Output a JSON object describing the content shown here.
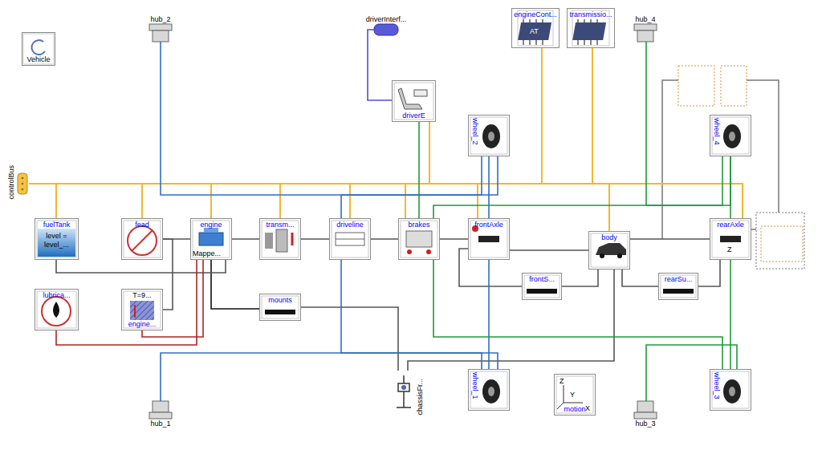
{
  "diagram": {
    "nodes": [
      {
        "text": [
          "Vehicle"
        ]
      },
      {
        "text": [
          "hub_2"
        ]
      },
      {
        "text": [
          "driverInterf..."
        ]
      },
      {
        "text": [
          "engineCont..."
        ]
      },
      {
        "text": [
          "transmissio..."
        ]
      },
      {
        "text": [
          "hub_4"
        ]
      },
      {
        "text": [
          "driverE"
        ]
      },
      {
        "text": [
          "wheel_2"
        ]
      },
      {
        "text": [
          "wheel_4"
        ]
      },
      {
        "text": [
          "controlBus"
        ]
      },
      {
        "text": [
          "fuelTank",
          "level =",
          "level_..."
        ]
      },
      {
        "text": [
          "fead"
        ]
      },
      {
        "text": [
          "engine",
          "Mappe..."
        ]
      },
      {
        "text": [
          "transm..."
        ]
      },
      {
        "text": [
          "driveline"
        ]
      },
      {
        "text": [
          "brakes"
        ]
      },
      {
        "text": [
          "frontAxle"
        ]
      },
      {
        "text": [
          "body"
        ]
      },
      {
        "text": [
          "rearAxle"
        ]
      },
      {
        "text": [
          "lubrica..."
        ]
      },
      {
        "text": [
          "T=9...",
          "engine..."
        ]
      },
      {
        "text": [
          "mounts"
        ]
      },
      {
        "text": [
          "frontS..."
        ]
      },
      {
        "text": [
          "rearSu..."
        ]
      },
      {
        "text": [
          "wheel_1"
        ]
      },
      {
        "text": [
          "chassisFr..."
        ]
      },
      {
        "text": [
          "motion"
        ]
      },
      {
        "text": [
          "wheel_3"
        ]
      },
      {
        "text": [
          "hub_1"
        ]
      },
      {
        "text": [
          "hub_3"
        ]
      }
    ],
    "edges": [
      {
        "from": 9,
        "to": 10,
        "arrow": "none"
      },
      {
        "from": 9,
        "to": 11,
        "arrow": "none"
      },
      {
        "from": 9,
        "to": 12,
        "arrow": "none"
      },
      {
        "from": 9,
        "to": 13,
        "arrow": "none"
      },
      {
        "from": 9,
        "to": 14,
        "arrow": "none"
      },
      {
        "from": 9,
        "to": 15,
        "arrow": "none"
      },
      {
        "from": 9,
        "to": 16,
        "arrow": "none"
      },
      {
        "from": 9,
        "to": 17,
        "arrow": "none"
      },
      {
        "from": 9,
        "to": 18,
        "arrow": "none"
      },
      {
        "from": 9,
        "to": 6,
        "arrow": "none"
      },
      {
        "from": 9,
        "to": 3,
        "arrow": "none"
      },
      {
        "from": 9,
        "to": 4,
        "arrow": "none"
      },
      {
        "from": 11,
        "to": 12,
        "arrow": "none"
      },
      {
        "from": 12,
        "to": 13,
        "arrow": "none"
      },
      {
        "from": 13,
        "to": 14,
        "arrow": "none"
      },
      {
        "from": 14,
        "to": 15,
        "arrow": "none"
      },
      {
        "from": 15,
        "to": 16,
        "arrow": "none"
      },
      {
        "from": 16,
        "to": 17,
        "arrow": "none"
      },
      {
        "from": 17,
        "to": 18,
        "arrow": "none"
      },
      {
        "from": 17,
        "to": 22,
        "arrow": "none"
      },
      {
        "from": 17,
        "to": 23,
        "arrow": "none"
      },
      {
        "from": 22,
        "to": 16,
        "arrow": "none"
      },
      {
        "from": 23,
        "to": 18,
        "arrow": "none"
      },
      {
        "from": 12,
        "to": 21,
        "arrow": "none"
      },
      {
        "from": 21,
        "to": 25,
        "arrow": "none"
      },
      {
        "from": 25,
        "to": 17,
        "arrow": "none"
      },
      {
        "from": 10,
        "to": 12,
        "arrow": "none"
      },
      {
        "from": 11,
        "to": 20,
        "arrow": "none"
      },
      {
        "from": 19,
        "to": 12,
        "arrow": "none"
      },
      {
        "from": 20,
        "to": 12,
        "arrow": "none"
      },
      {
        "from": 1,
        "to": 7,
        "arrow": "none"
      },
      {
        "from": 7,
        "to": 16,
        "arrow": "none"
      },
      {
        "from": 16,
        "to": 24,
        "arrow": "none"
      },
      {
        "from": 28,
        "to": 24,
        "arrow": "none"
      },
      {
        "from": 14,
        "to": 24,
        "arrow": "none"
      },
      {
        "from": 14,
        "to": 7,
        "arrow": "none"
      },
      {
        "from": 5,
        "to": 8,
        "arrow": "none"
      },
      {
        "from": 8,
        "to": 18,
        "arrow": "none"
      },
      {
        "from": 18,
        "to": 27,
        "arrow": "none"
      },
      {
        "from": 29,
        "to": 27,
        "arrow": "none"
      },
      {
        "from": 15,
        "to": 8,
        "arrow": "none"
      },
      {
        "from": 15,
        "to": 27,
        "arrow": "none"
      },
      {
        "from": 6,
        "to": 15,
        "arrow": "none"
      },
      {
        "from": 2,
        "to": 6,
        "arrow": "none"
      }
    ],
    "labels": [
      "AT",
      "Z",
      "Z",
      "Y",
      "X"
    ]
  }
}
